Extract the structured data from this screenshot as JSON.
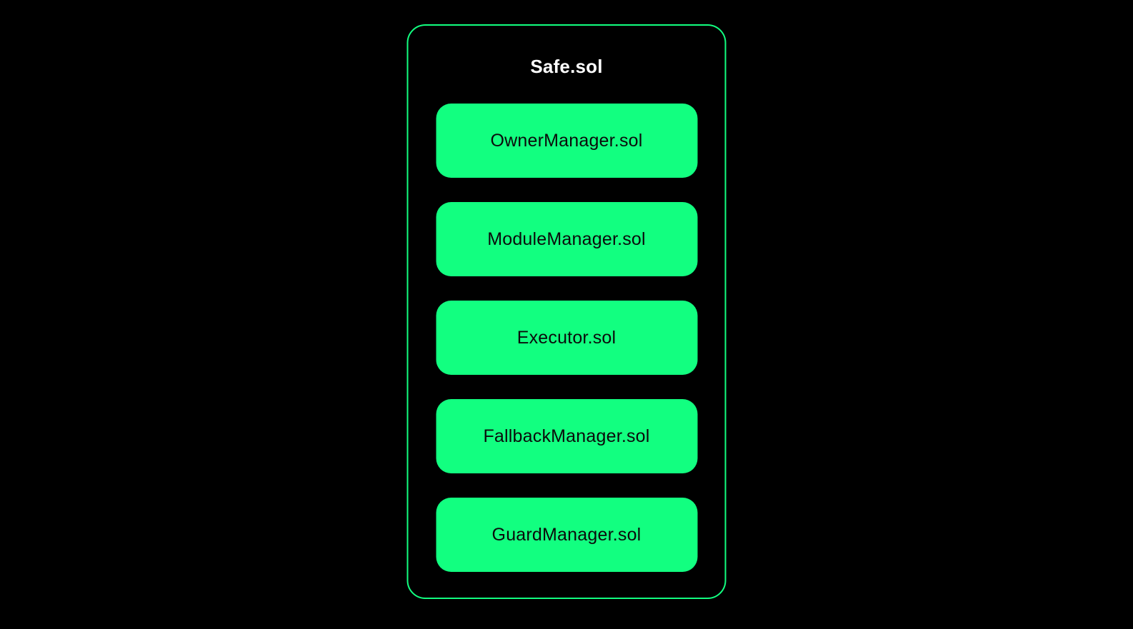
{
  "diagram": {
    "title": "Safe.sol",
    "colors": {
      "background": "#000000",
      "container_border": "#12ff80",
      "box_fill": "#12ff80",
      "box_text": "#0b0b0b",
      "title_text": "#ffffff"
    },
    "boxes": [
      {
        "label": "OwnerManager.sol"
      },
      {
        "label": "ModuleManager.sol"
      },
      {
        "label": "Executor.sol"
      },
      {
        "label": "FallbackManager.sol"
      },
      {
        "label": "GuardManager.sol"
      }
    ]
  }
}
